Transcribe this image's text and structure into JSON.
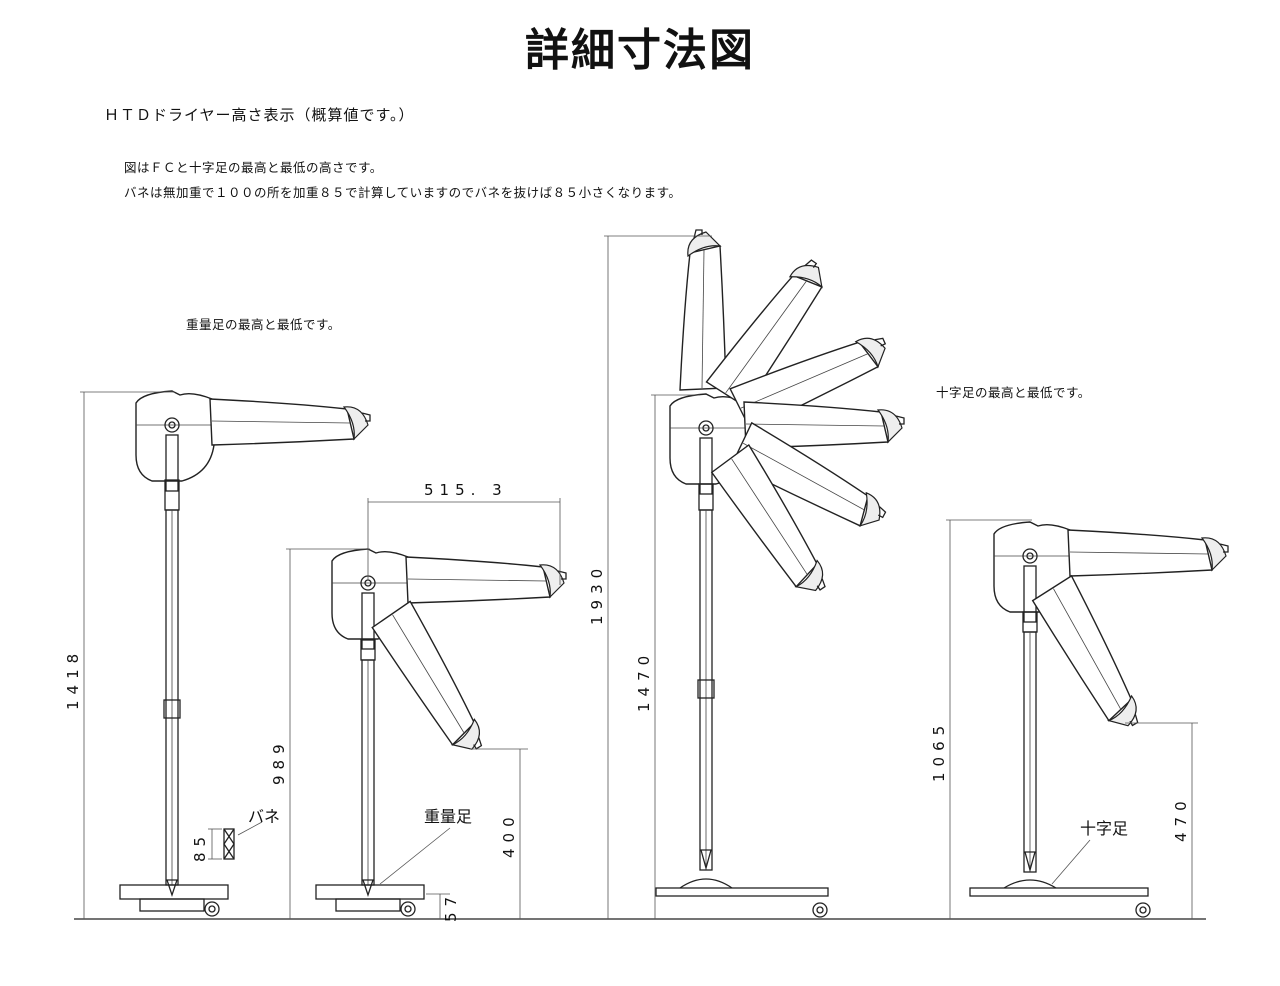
{
  "title": "詳細寸法図",
  "subtitle": "ＨＴＤドライヤー高さ表示（概算値です。）",
  "notes": [
    "図はＦＣと十字足の最高と最低の高さです。",
    "バネは無加重で１００の所を加重８５で計算していますのでバネを抜けば８５小さくなります。"
  ],
  "captions": {
    "weight_foot": "重量足の最高と最低です。",
    "cross_foot": "十字足の最高と最低です。"
  },
  "dimensions": {
    "weight_max": "1418",
    "weight_min": "989",
    "arm_reach": "515. 3",
    "weight_low_nozzle": "400",
    "base_height": "57",
    "spring": "85",
    "cross_max_total": "1930",
    "cross_max": "1470",
    "cross_min": "1065",
    "cross_low_nozzle": "470"
  },
  "labels": {
    "spring": "バネ",
    "weight_foot": "重量足",
    "cross_foot": "十字足"
  }
}
